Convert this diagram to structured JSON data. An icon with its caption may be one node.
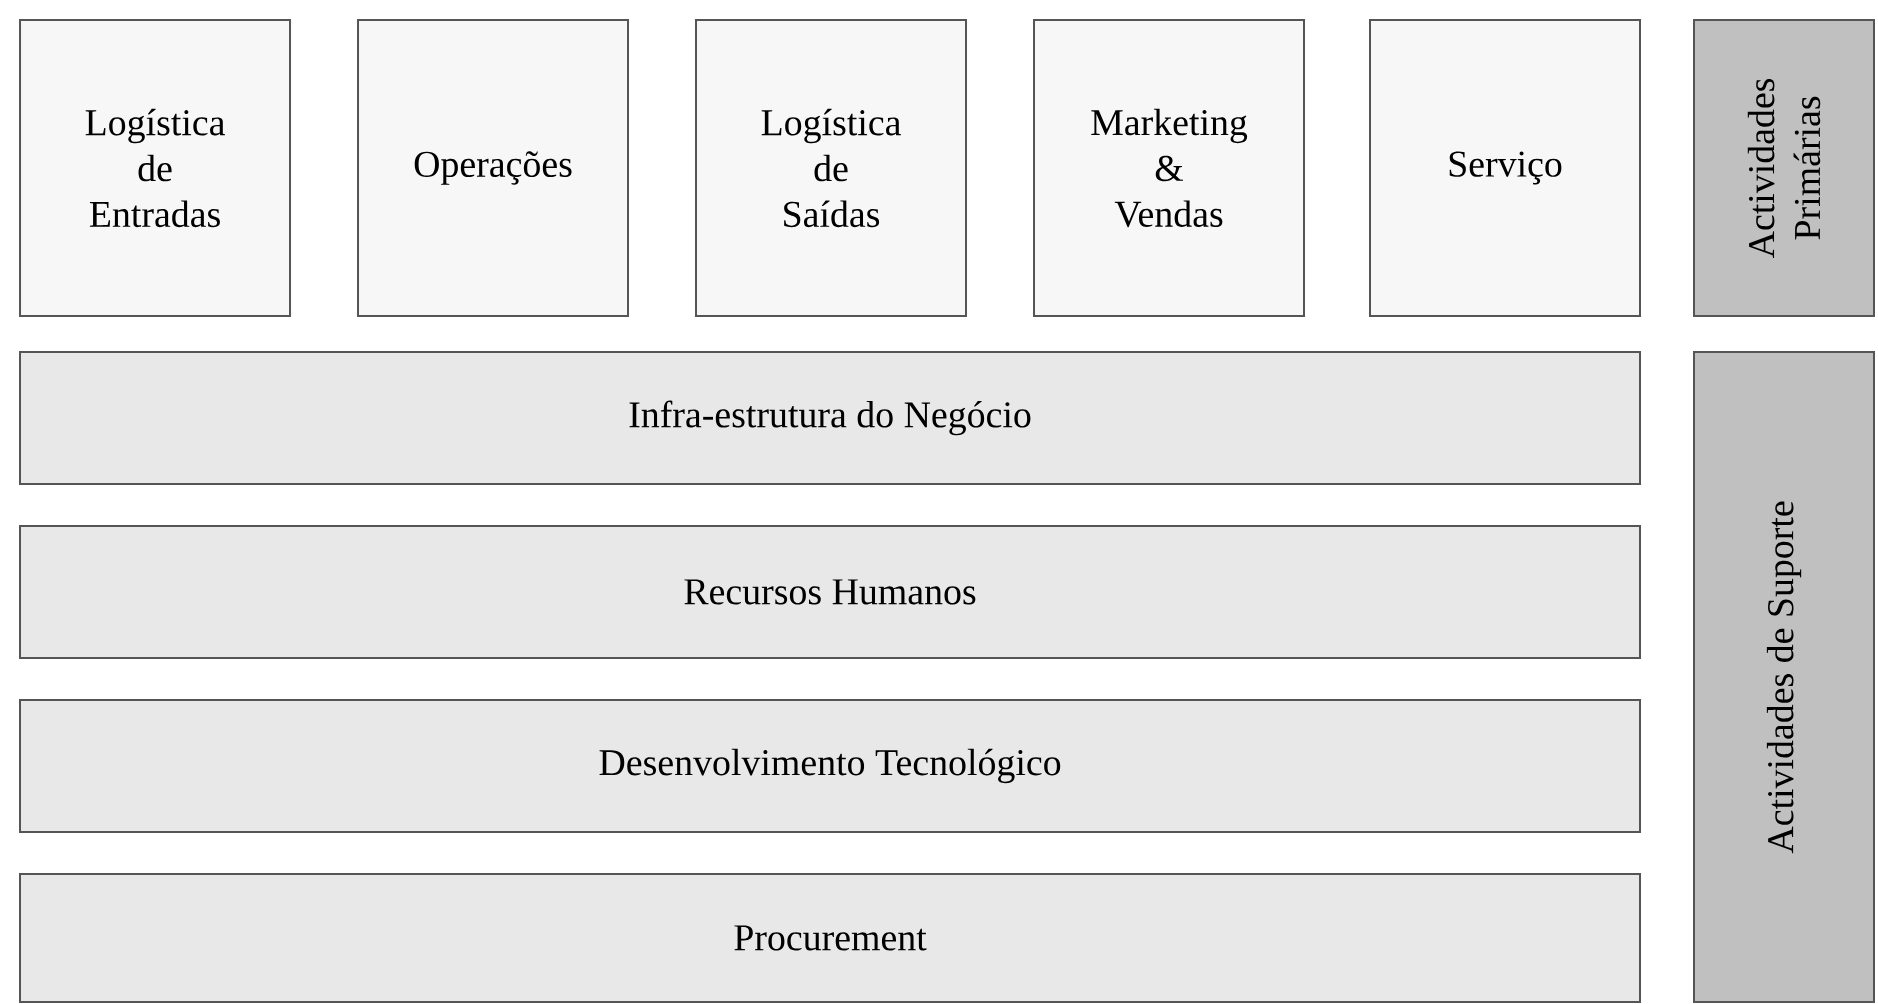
{
  "diagram": {
    "nodes": [
      {
        "text": [
          "Logística de Entradas"
        ]
      },
      {
        "text": [
          "Operações"
        ]
      },
      {
        "text": [
          "Logística de Saídas"
        ]
      },
      {
        "text": [
          "Marketing & Vendas"
        ]
      },
      {
        "text": [
          "Serviço"
        ]
      },
      {
        "text": [
          "Actividades Primárias"
        ]
      },
      {
        "text": [
          "Infra-estrutura do Negócio"
        ]
      },
      {
        "text": [
          "Recursos Humanos"
        ]
      },
      {
        "text": [
          "Desenvolvimento Tecnológico"
        ]
      },
      {
        "text": [
          "Procurement"
        ]
      },
      {
        "text": [
          "Actividades de Suporte"
        ]
      }
    ]
  }
}
